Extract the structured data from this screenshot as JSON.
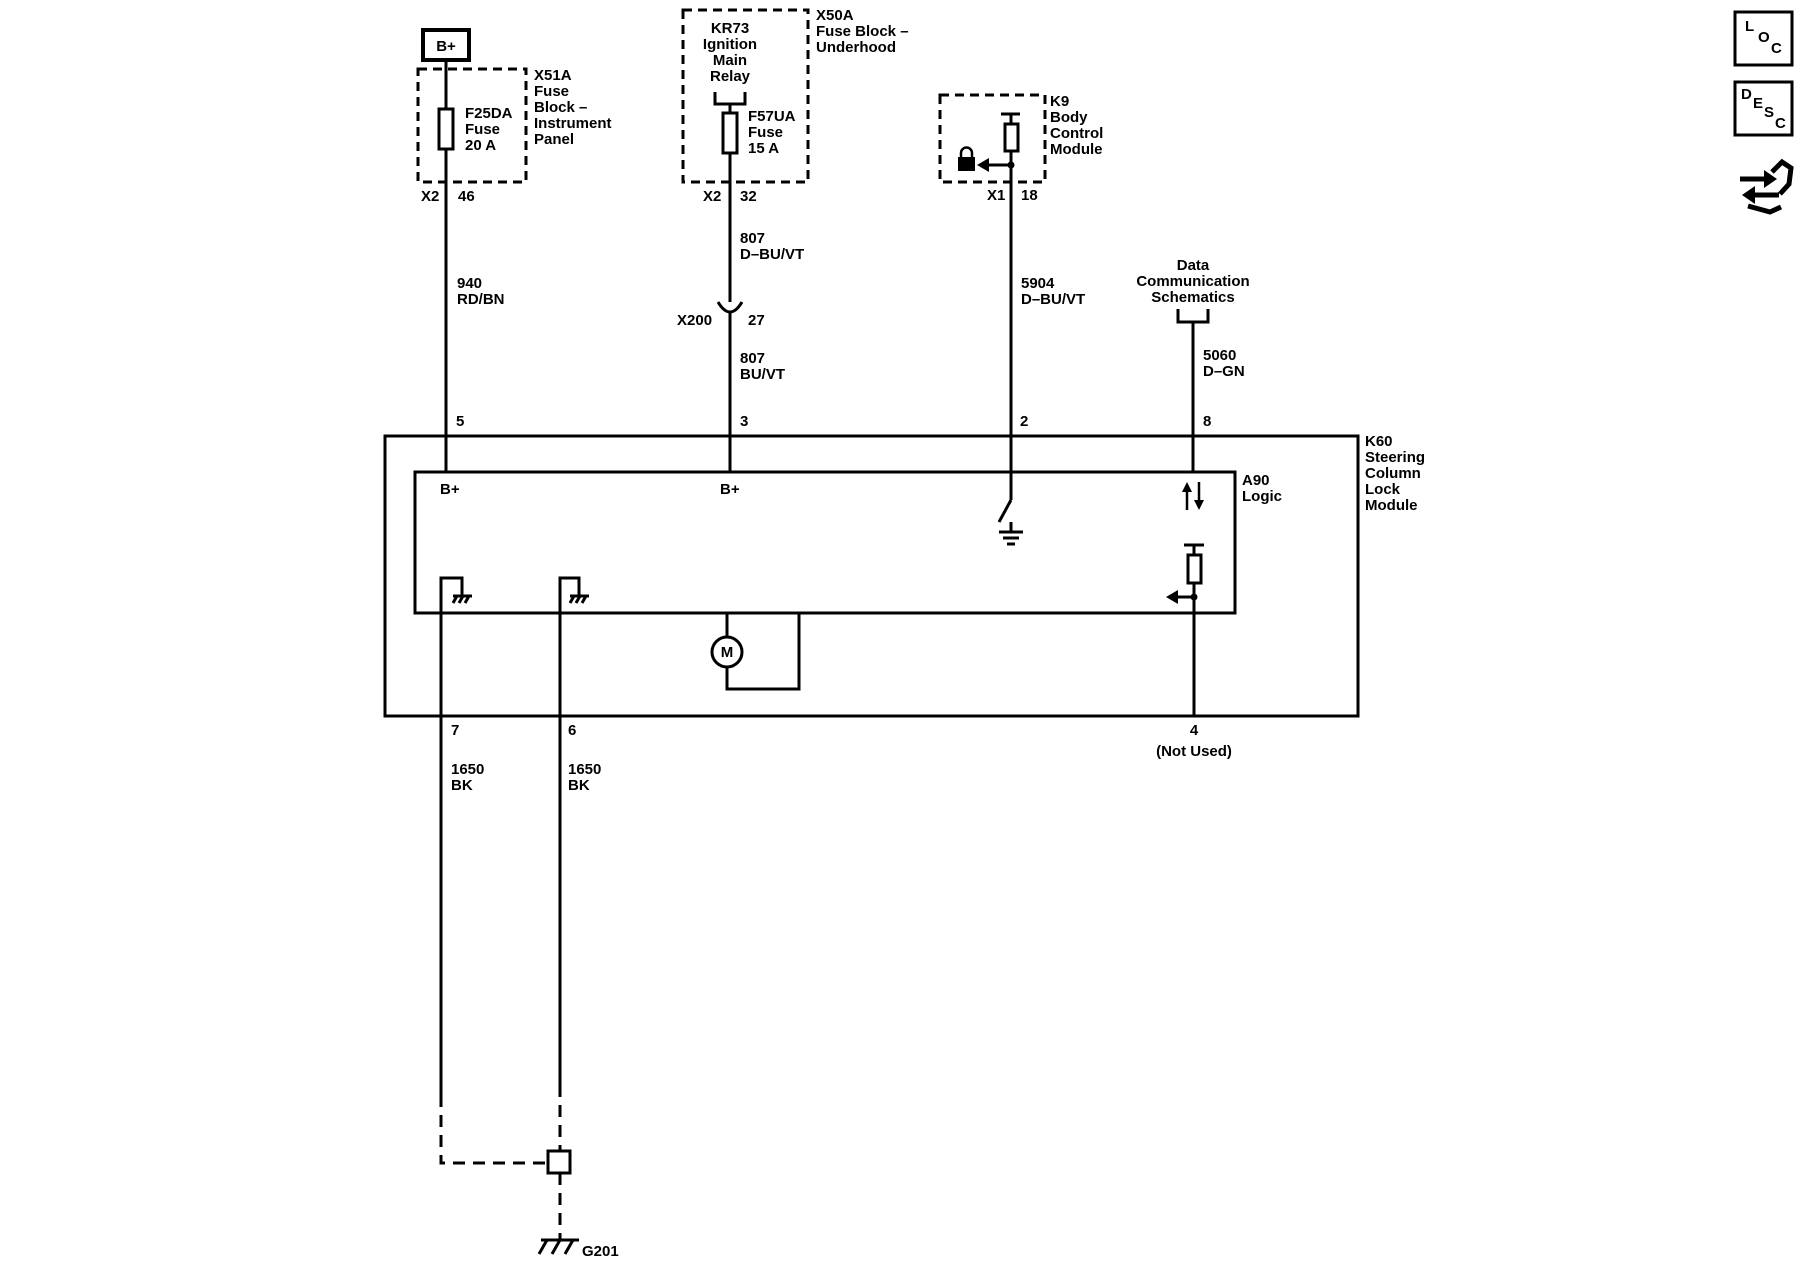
{
  "power": {
    "bplus": "B+"
  },
  "x51a": {
    "title": [
      "X51A",
      "Fuse",
      "Block –",
      "Instrument",
      "Panel"
    ],
    "fuse": [
      "F25DA",
      "Fuse",
      "20 A"
    ],
    "connector": "X2",
    "pin": "46"
  },
  "x50a": {
    "title": [
      "X50A",
      "Fuse Block –",
      "Underhood"
    ],
    "relay": [
      "KR73",
      "Ignition",
      "Main",
      "Relay"
    ],
    "fuse": [
      "F57UA",
      "Fuse",
      "15 A"
    ],
    "connector": "X2",
    "pin": "32"
  },
  "k9": {
    "title": [
      "K9",
      "Body",
      "Control",
      "Module"
    ],
    "connector": "X1",
    "pin": "18"
  },
  "data_comm": [
    "Data",
    "Communication",
    "Schematics"
  ],
  "wires": {
    "w940": [
      "940",
      "RD/BN"
    ],
    "w807a": [
      "807",
      "D–BU/VT"
    ],
    "w807b": [
      "807",
      "BU/VT"
    ],
    "w5904": [
      "5904",
      "D–BU/VT"
    ],
    "w5060": [
      "5060",
      "D–GN"
    ],
    "w1650a": [
      "1650",
      "BK"
    ],
    "w1650b": [
      "1650",
      "BK"
    ]
  },
  "x200": {
    "name": "X200",
    "pin": "27"
  },
  "k60": {
    "title": [
      "K60",
      "Steering",
      "Column",
      "Lock",
      "Module"
    ],
    "pins": {
      "p5": "5",
      "p3": "3",
      "p2": "2",
      "p8": "8",
      "p7": "7",
      "p6": "6",
      "p4": "4"
    },
    "not_used": "(Not Used)"
  },
  "a90": {
    "title": [
      "A90",
      "Logic"
    ],
    "bplus1": "B+",
    "bplus2": "B+"
  },
  "motor": "M",
  "ground": "G201",
  "nav": {
    "loc": [
      "L",
      "O",
      "C"
    ],
    "desc": [
      "D",
      "E",
      "S",
      "C"
    ],
    "icon": "connector-swap-icon"
  }
}
